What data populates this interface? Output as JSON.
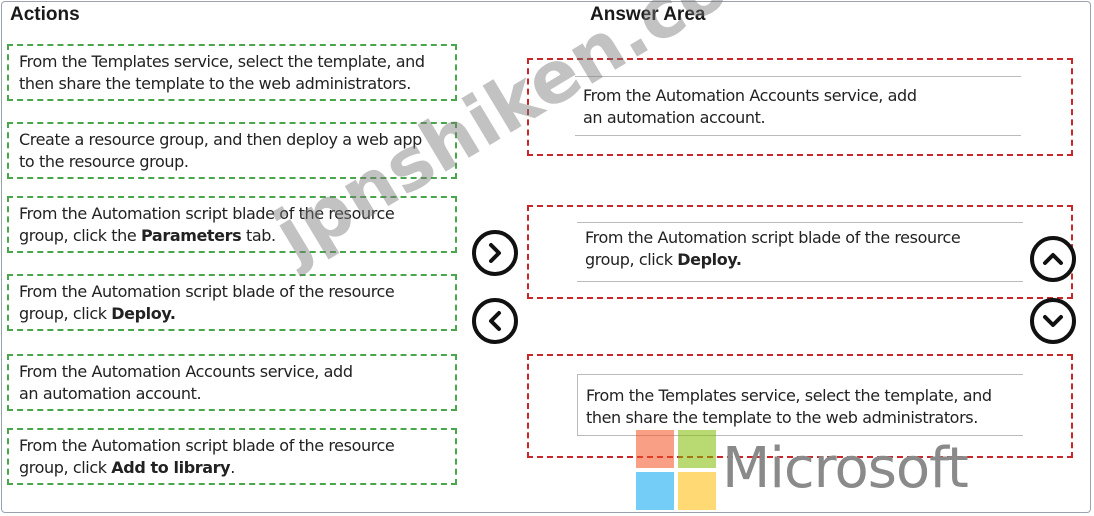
{
  "headings": {
    "actions": "Actions",
    "answer_area": "Answer Area"
  },
  "actions": [
    {
      "line1": "From the Templates service, select the template, and",
      "line2": "then share the template to the web administrators.",
      "bold": ""
    },
    {
      "line1": "Create a resource group, and then deploy a web app",
      "line2": "to the resource group.",
      "bold": ""
    },
    {
      "line1": "From the Automation script blade of the resource",
      "line2": "group, click the ",
      "bold": "Parameters",
      "after": " tab."
    },
    {
      "line1": "From the Automation script blade of the resource",
      "line2": "group, click ",
      "bold": "Deploy.",
      "after": ""
    },
    {
      "line1": "From the Automation Accounts service, add",
      "line2": "an automation account.",
      "bold": ""
    },
    {
      "line1": "From the Automation script blade of the resource",
      "line2": "group, click ",
      "bold": "Add to library",
      "after": "."
    }
  ],
  "answers": [
    {
      "line1": "From the Automation Accounts service, add",
      "line2": "an automation account.",
      "bold": ""
    },
    {
      "line1": "From the Automation script blade of the resource",
      "line2": "group, click ",
      "bold": "Deploy.",
      "after": ""
    },
    {
      "line1": "From the Templates service, select the template, and",
      "line2": "then share the template to the web administrators.",
      "bold": ""
    }
  ],
  "watermark": "jpnshiken.com",
  "logo": {
    "word": "Microsoft",
    "colors": {
      "red": "#f25022",
      "green": "#7fba00",
      "blue": "#00a4ef",
      "yellow": "#ffb900"
    }
  },
  "colors": {
    "action_border": "#4aa64a",
    "answer_border": "#c9262c"
  }
}
